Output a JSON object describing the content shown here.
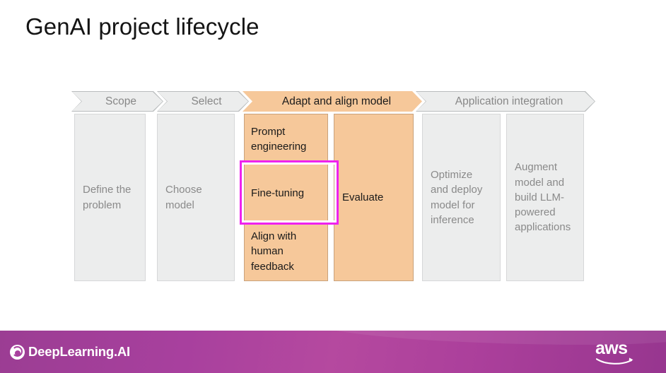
{
  "slide": {
    "title": "GenAI project lifecycle"
  },
  "diagram": {
    "phases": [
      {
        "name": "scope",
        "label": "Scope",
        "active": false
      },
      {
        "name": "select",
        "label": "Select",
        "active": false
      },
      {
        "name": "adapt",
        "label": "Adapt and align model",
        "active": true
      },
      {
        "name": "app",
        "label": "Application integration",
        "active": false
      }
    ],
    "columns": [
      {
        "name": "define-the-problem",
        "text": "Define the problem"
      },
      {
        "name": "choose-model",
        "text": "Choose model"
      },
      {
        "name": "evaluate",
        "text": "Evaluate"
      },
      {
        "name": "optimize-and-deploy",
        "text": "Optimize and deploy model for inference"
      },
      {
        "name": "augment-model",
        "text": "Augment model and build LLM-powered applications"
      }
    ],
    "adapt_steps": [
      {
        "name": "prompt-engineering",
        "text": "Prompt engineering",
        "highlighted": false
      },
      {
        "name": "fine-tuning",
        "text": "Fine-tuning",
        "highlighted": true
      },
      {
        "name": "align-with-feedback",
        "text": "Align with human feedback",
        "highlighted": false
      }
    ],
    "highlight_color": "#ee22ee",
    "active_color": "#f6c89a",
    "inactive_color": "#eceded"
  },
  "footer": {
    "brand": "DeepLearning.AI",
    "brand_icon": "deeplearning-spiral-icon",
    "partner": "aws",
    "partner_icon": "aws-smile-icon",
    "background_color": "#a8409e"
  }
}
